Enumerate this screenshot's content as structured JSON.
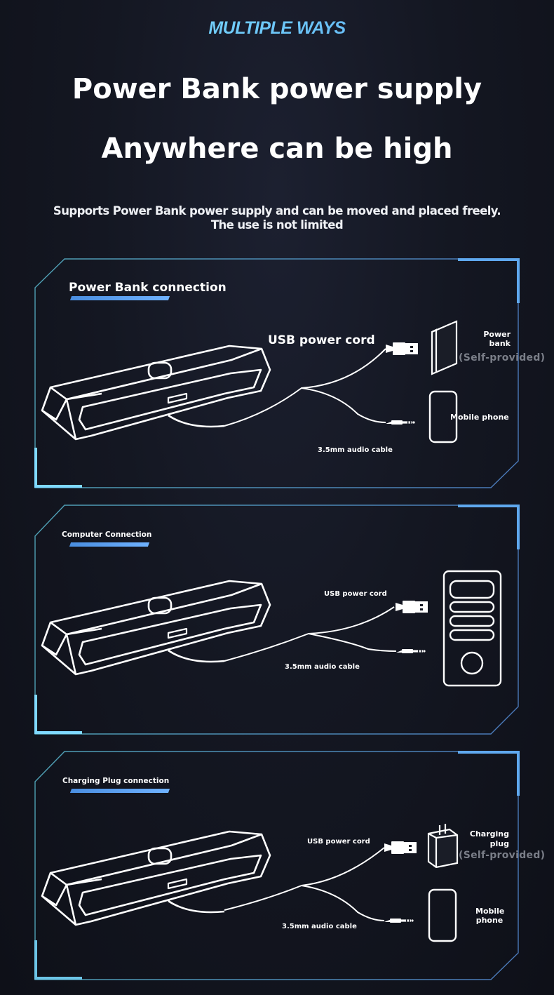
{
  "header": {
    "kicker": "MULTIPLE WAYS",
    "title_line1": "Power Bank power supply",
    "title_line2": "Anywhere can be high",
    "subtitle": "Supports Power Bank power supply and can be moved and placed freely. The use is not limited"
  },
  "colors": {
    "background": "#141722",
    "accent_cyan": "#7fd9ff",
    "accent_blue": "#5aa6f0",
    "frame_line": "#4f8fb0",
    "muted_text": "#7a7e88"
  },
  "panels": [
    {
      "title": "Power Bank connection",
      "usb_label": "USB power cord",
      "audio_label": "3.5mm audio cable",
      "device_top_label": "Power bank",
      "device_top_note": "(Self-provided)",
      "device_bottom_label": "Mobile phone",
      "device_top_icon": "power-bank-icon",
      "device_bottom_icon": "mobile-phone-icon"
    },
    {
      "title": "Computer Connection",
      "usb_label": "USB power cord",
      "audio_label": "3.5mm audio cable",
      "device_icon": "computer-tower-icon"
    },
    {
      "title": "Charging Plug connection",
      "usb_label": "USB power cord",
      "audio_label": "3.5mm audio cable",
      "device_top_label_line1": "Charging",
      "device_top_label_line2": "plug",
      "device_top_note": "(Self-provided)",
      "device_bottom_label_line1": "Mobile",
      "device_bottom_label_line2": "phone",
      "device_top_icon": "charging-plug-icon",
      "device_bottom_icon": "mobile-phone-icon"
    }
  ]
}
